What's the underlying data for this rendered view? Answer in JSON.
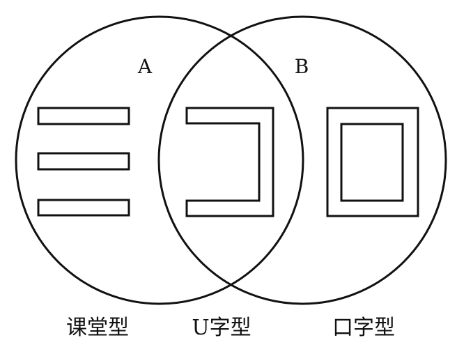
{
  "sets": {
    "a_label": "A",
    "b_label": "B"
  },
  "layouts": [
    {
      "id": "classroom",
      "label": "课堂型"
    },
    {
      "id": "u-shape",
      "label": "U字型"
    },
    {
      "id": "square",
      "label": "口字型"
    }
  ],
  "colors": {
    "stroke": "#111111",
    "background": "#ffffff"
  }
}
